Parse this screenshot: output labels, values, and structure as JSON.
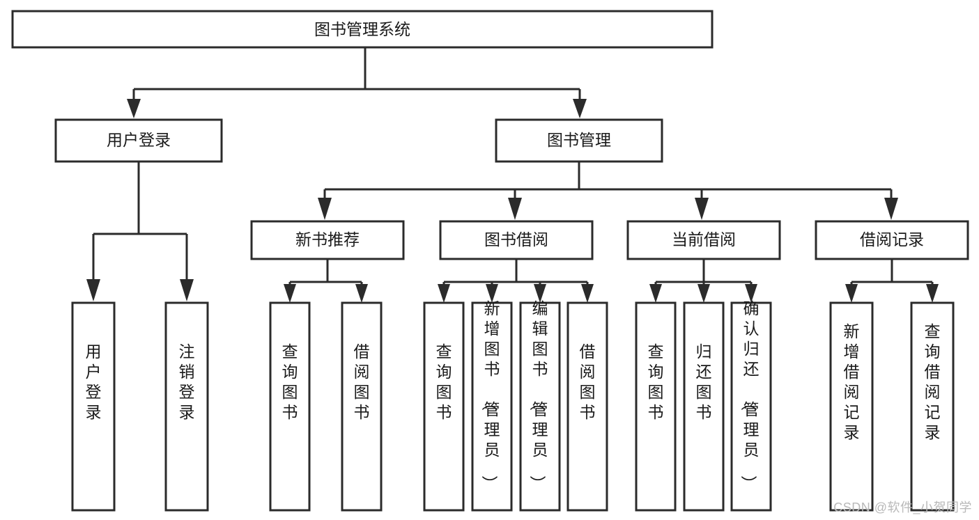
{
  "diagram": {
    "type": "tree",
    "title": "图书管理系统",
    "orientation": "top-down",
    "colors": {
      "box_stroke": "#2b2b2b",
      "box_fill": "#ffffff",
      "connector": "#2b2b2b",
      "text": "#1a1a1a",
      "watermark": "#b9b9b9",
      "background": "#ffffff"
    },
    "root": {
      "label": "图书管理系统"
    },
    "level2": [
      {
        "label": "用户登录"
      },
      {
        "label": "图书管理"
      }
    ],
    "level3": [
      {
        "label": "新书推荐"
      },
      {
        "label": "图书借阅"
      },
      {
        "label": "当前借阅"
      },
      {
        "label": "借阅记录"
      }
    ],
    "leaves": {
      "user_login": [
        {
          "label": "用户登录"
        },
        {
          "label": "注销登录"
        }
      ],
      "new_book_recommend": [
        {
          "label": "查询图书"
        },
        {
          "label": "借阅图书"
        }
      ],
      "book_borrow": [
        {
          "label": "查询图书"
        },
        {
          "label": "新增图书（管理员）"
        },
        {
          "label": "编辑图书（管理员）"
        },
        {
          "label": "借阅图书"
        }
      ],
      "current_borrow": [
        {
          "label": "查询图书"
        },
        {
          "label": "归还图书"
        },
        {
          "label": "确认归还（管理员）"
        }
      ],
      "borrow_record": [
        {
          "label": "新增借阅记录"
        },
        {
          "label": "查询借阅记录"
        }
      ]
    }
  },
  "watermark": {
    "text": "CSDN @软件_小贺同学"
  }
}
